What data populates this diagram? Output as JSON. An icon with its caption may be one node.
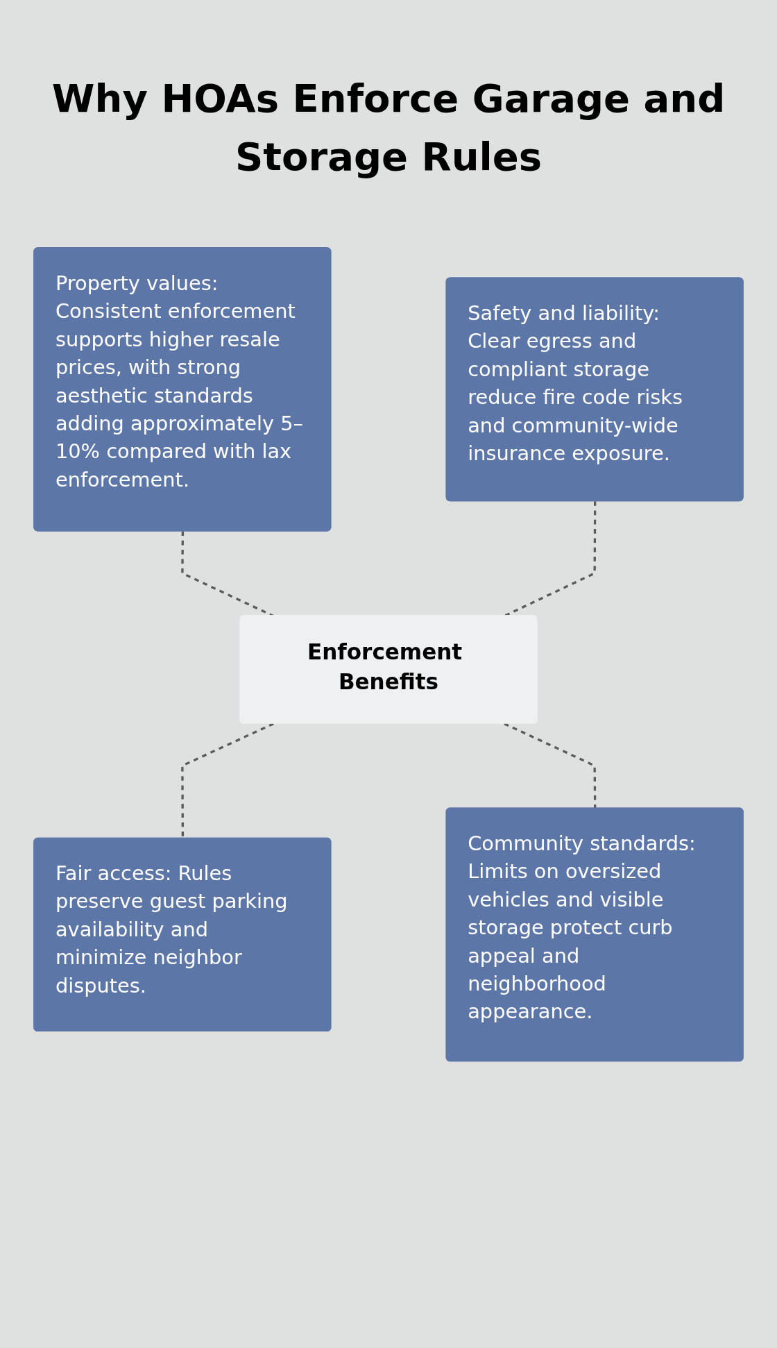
{
  "diagram": {
    "title": "Why HOAs Enforce Garage and Storage Rules",
    "nodes": [
      {
        "text": [
          "Property values: Consistent enforcement supports higher resale prices, with strong aesthetic standards adding approximately 5–10% compared with lax enforcement."
        ]
      },
      {
        "text": [
          "Safety and liability: Clear egress and compliant storage reduce fire code risks and community-wide insurance exposure."
        ]
      },
      {
        "text": [
          "Enforcement Benefits"
        ]
      },
      {
        "text": [
          "Fair access: Rules preserve guest parking availability and minimize neighbor disputes."
        ]
      },
      {
        "text": [
          "Community standards: Limits on oversized vehicles and visible storage protect curb appeal and neighborhood appearance."
        ]
      }
    ],
    "edges": [
      {
        "from": 0,
        "to": 2,
        "arrow": "none",
        "style": "dashed"
      },
      {
        "from": 1,
        "to": 2,
        "arrow": "none",
        "style": "dashed"
      },
      {
        "from": 2,
        "to": 3,
        "arrow": "none",
        "style": "dashed"
      },
      {
        "from": 2,
        "to": 4,
        "arrow": "none",
        "style": "dashed"
      }
    ]
  }
}
